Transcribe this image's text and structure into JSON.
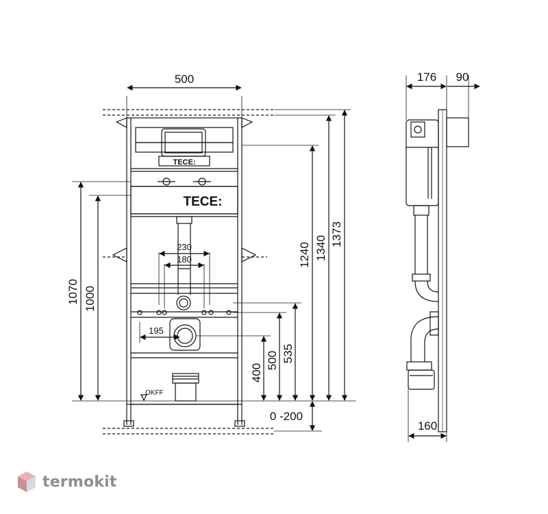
{
  "front_view": {
    "width": "500",
    "heights": [
      "1070",
      "1000",
      "1240",
      "1340",
      "1373"
    ],
    "inner_spacing": [
      "230",
      "180"
    ],
    "offset_left": "195",
    "pipe_heights": [
      "400",
      "500",
      "535"
    ],
    "floor_range": "0 -200",
    "floor_label": "OKFF",
    "brand": "TECE:",
    "brand_small": "TECE:"
  },
  "side_view": {
    "depth_top": "176",
    "depth_extra": "90",
    "depth_bottom": "160"
  },
  "watermark": {
    "text": "termokit",
    "icon": "cube-logo-icon"
  },
  "colors": {
    "line": "#111111",
    "logo_top": "#e8b4b8",
    "logo_side": "#d6dbe2"
  }
}
